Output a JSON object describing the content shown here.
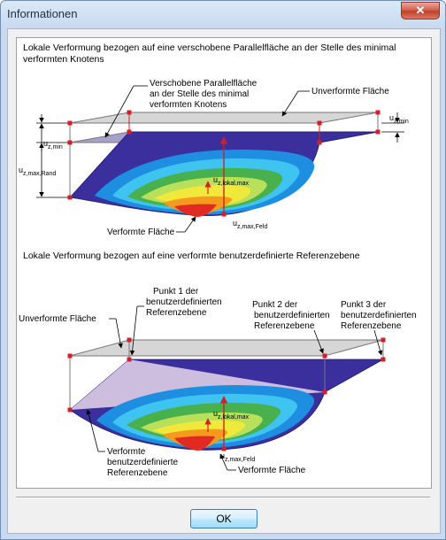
{
  "window": {
    "title": "Informationen",
    "close_symbol": "✕"
  },
  "section1": {
    "heading_line1": "Lokale Verformung bezogen auf eine verschobene Parallelfläche an der Stelle des minimal",
    "heading_line2": "verformten Knotens",
    "label_shifted_line1": "Verschobene Parallelfläche",
    "label_shifted_line2": "an der Stelle des minimal",
    "label_shifted_line3": "verformten Knotens",
    "label_undeformed": "Unverformte Fläche",
    "label_deformed": "Verformte Fläche",
    "uz_min": {
      "base": "u",
      "sub": "z,min"
    },
    "uz_min_left": {
      "base": "u",
      "sub": "z,min"
    },
    "uz_max_rand": {
      "base": "u",
      "sub": "z,max,Rand"
    },
    "uz_lokal_max": {
      "base": "u",
      "sub": "z,lokal,max"
    },
    "uz_max_feld": {
      "base": "u",
      "sub": "z,max,Feld"
    }
  },
  "section2": {
    "heading": "Lokale Verformung bezogen auf eine verformte benutzerdefinierte Referenzebene",
    "label_p1_line1": "Punkt 1 der",
    "label_p1_line2": "benutzerdefinierten",
    "label_p1_line3": "Referenzebene",
    "label_p2_line1": "Punkt 2 der",
    "label_p2_line2": "benutzerdefinierten",
    "label_p2_line3": "Referenzebene",
    "label_p3_line1": "Punkt 3 der",
    "label_p3_line2": "benutzerdefinierten",
    "label_p3_line3": "Referenzebene",
    "label_undeformed": "Unverformte Fläche",
    "label_ref_line1": "Verformte",
    "label_ref_line2": "benutzerdefinierte",
    "label_ref_line3": "Referenzebene",
    "label_deformed": "Verformte Fläche",
    "uz_lokal_max": {
      "base": "u",
      "sub": "z,lokal,max"
    },
    "uz_max_feld": {
      "base": "u",
      "sub": "z,max,Feld"
    }
  },
  "footer": {
    "ok_label": "OK"
  },
  "colors": {
    "surface_dark": "#3a2f9c",
    "arrow_red": "#d0202a",
    "node_red": "#d0202a",
    "plane_grey": "#d0d0d0"
  }
}
